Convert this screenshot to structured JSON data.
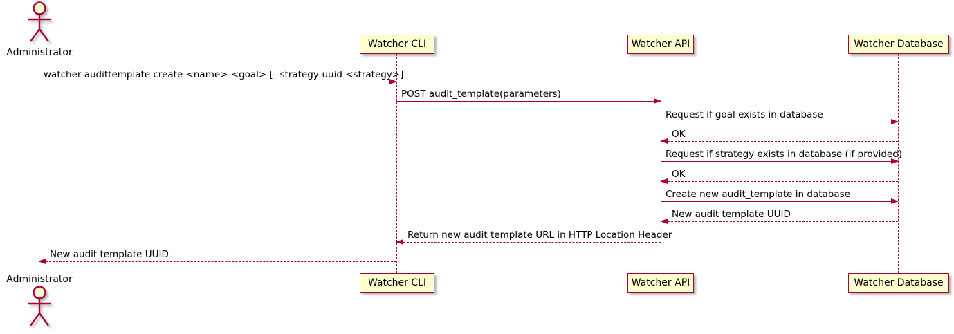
{
  "diagram": {
    "kind": "uml-sequence-diagram",
    "actor": {
      "name": "Administrator"
    },
    "participants": [
      {
        "label": "Watcher CLI"
      },
      {
        "label": "Watcher API"
      },
      {
        "label": "Watcher Database"
      }
    ],
    "messages": [
      {
        "from": "Administrator",
        "to": "Watcher CLI",
        "style": "solid",
        "text": "watcher audittemplate create <name> <goal> [--strategy-uuid <strategy>]"
      },
      {
        "from": "Watcher CLI",
        "to": "Watcher API",
        "style": "solid",
        "text": "POST audit_template(parameters)"
      },
      {
        "from": "Watcher API",
        "to": "Watcher Database",
        "style": "solid",
        "text": "Request if goal exists in database"
      },
      {
        "from": "Watcher Database",
        "to": "Watcher API",
        "style": "dashed",
        "text": "OK"
      },
      {
        "from": "Watcher API",
        "to": "Watcher Database",
        "style": "solid",
        "text": "Request if strategy exists in database (if provided)"
      },
      {
        "from": "Watcher Database",
        "to": "Watcher API",
        "style": "dashed",
        "text": "OK"
      },
      {
        "from": "Watcher API",
        "to": "Watcher Database",
        "style": "solid",
        "text": "Create new audit_template in database"
      },
      {
        "from": "Watcher Database",
        "to": "Watcher API",
        "style": "dashed",
        "text": "New audit template UUID"
      },
      {
        "from": "Watcher API",
        "to": "Watcher CLI",
        "style": "dashed",
        "text": "Return new audit template URL in HTTP Location Header"
      },
      {
        "from": "Watcher CLI",
        "to": "Administrator",
        "style": "dashed",
        "text": "New audit template UUID"
      }
    ],
    "colors": {
      "participant_fill": "#FEFECE",
      "line": "#A80036",
      "text": "#000000",
      "background": "#FFFFFF"
    }
  }
}
